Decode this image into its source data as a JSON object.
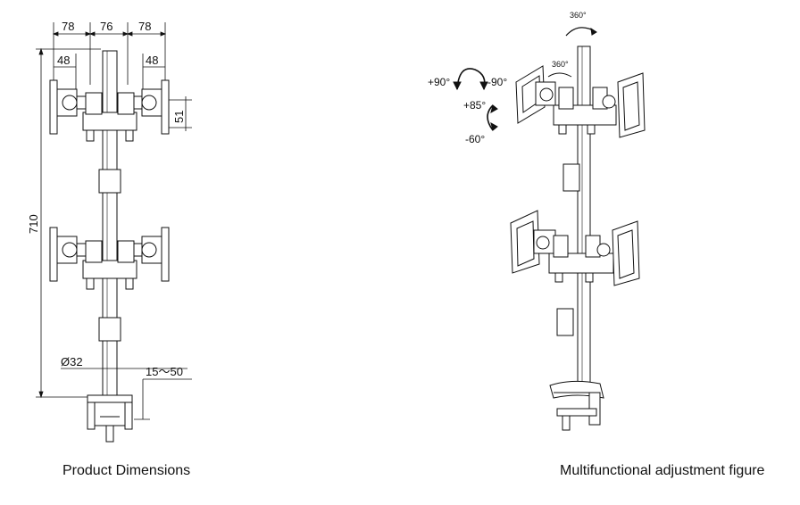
{
  "dimensions": {
    "arm_width_left": "78",
    "pole_span": "76",
    "arm_width_right": "78",
    "plate_offset_left": "48",
    "plate_offset_right": "48",
    "plate_height": "51",
    "total_height": "710",
    "pole_diameter": "Ø32",
    "clamp_range": "15～50"
  },
  "adjustments": {
    "pole_rotation": "360°",
    "arm_rotation": "360°",
    "rotate_positive": "+90°",
    "rotate_negative": "-90°",
    "tilt_up": "+85°",
    "tilt_down": "-60°"
  },
  "captions": {
    "left": "Product Dimensions",
    "right": "Multifunctional adjustment figure"
  }
}
